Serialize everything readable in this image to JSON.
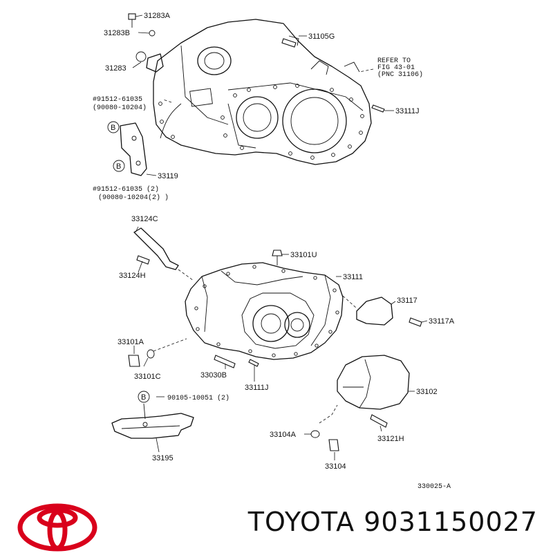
{
  "diagram": {
    "callouts": [
      {
        "id": "31283A",
        "text": "31283A"
      },
      {
        "id": "31283B",
        "text": "31283B"
      },
      {
        "id": "31105G",
        "text": "31105G"
      },
      {
        "id": "31283",
        "text": "31283"
      },
      {
        "id": "refer1",
        "text": "REFER TO"
      },
      {
        "id": "refer2",
        "text": "FIG 43-01"
      },
      {
        "id": "refer3",
        "text": "(PNC 31106)"
      },
      {
        "id": "91512a",
        "text": "#91512-61035"
      },
      {
        "id": "90080a",
        "text": "(90080-10204)"
      },
      {
        "id": "33111J_top",
        "text": "33111J"
      },
      {
        "id": "33119",
        "text": "33119"
      },
      {
        "id": "91512b",
        "text": "#91512-61035 (2)"
      },
      {
        "id": "90080b",
        "text": "(90080-10204(2) )"
      },
      {
        "id": "33124C",
        "text": "33124C"
      },
      {
        "id": "33101U",
        "text": "33101U"
      },
      {
        "id": "33124H",
        "text": "33124H"
      },
      {
        "id": "33111",
        "text": "33111"
      },
      {
        "id": "33117",
        "text": "33117"
      },
      {
        "id": "33117A",
        "text": "33117A"
      },
      {
        "id": "33101A",
        "text": "33101A"
      },
      {
        "id": "33101C",
        "text": "33101C"
      },
      {
        "id": "33030B",
        "text": "33030B"
      },
      {
        "id": "33111J_bot",
        "text": "33111J"
      },
      {
        "id": "33102",
        "text": "33102"
      },
      {
        "id": "90105",
        "text": "90105-10051 (2)"
      },
      {
        "id": "33104A",
        "text": "33104A"
      },
      {
        "id": "33121H",
        "text": "33121H"
      },
      {
        "id": "33195",
        "text": "33195"
      },
      {
        "id": "33104",
        "text": "33104"
      },
      {
        "id": "figno",
        "text": "330025-A"
      }
    ],
    "b_marker": "B"
  },
  "brand": {
    "name": "TOYOTA",
    "part_number": "9031150027",
    "title": "TOYOTA 9031150027",
    "logo_color": "#d9001b"
  }
}
